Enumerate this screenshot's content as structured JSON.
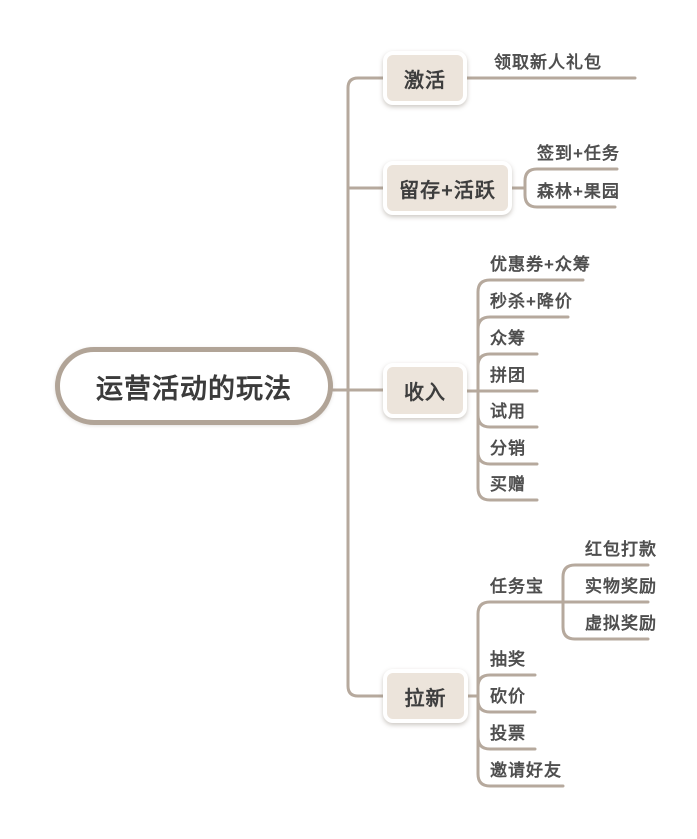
{
  "root": {
    "label": "运营活动的玩法"
  },
  "colors": {
    "line": "#b6a99d",
    "node_fill": "#ece4db",
    "node_border": "#ffffff",
    "root_border": "#b1a497",
    "root_text": "#3b3b3b",
    "branch_text": "#3e3e3e",
    "child_text": "#4f4f4f",
    "background": "#ffffff"
  },
  "branches": [
    {
      "label": "激活",
      "children": [
        {
          "label": "领取新人礼包"
        }
      ]
    },
    {
      "label": "留存+活跃",
      "children": [
        {
          "label": "签到+任务"
        },
        {
          "label": "森林+果园"
        }
      ]
    },
    {
      "label": "收入",
      "children": [
        {
          "label": "优惠券+众筹"
        },
        {
          "label": "秒杀+降价"
        },
        {
          "label": "众筹"
        },
        {
          "label": "拼团"
        },
        {
          "label": "试用"
        },
        {
          "label": "分销"
        },
        {
          "label": "买赠"
        }
      ]
    },
    {
      "label": "拉新",
      "children": [
        {
          "label": "任务宝",
          "children": [
            {
              "label": "红包打款"
            },
            {
              "label": "实物奖励"
            },
            {
              "label": "虚拟奖励"
            }
          ]
        },
        {
          "label": "抽奖"
        },
        {
          "label": "砍价"
        },
        {
          "label": "投票"
        },
        {
          "label": "邀请好友"
        }
      ]
    }
  ]
}
